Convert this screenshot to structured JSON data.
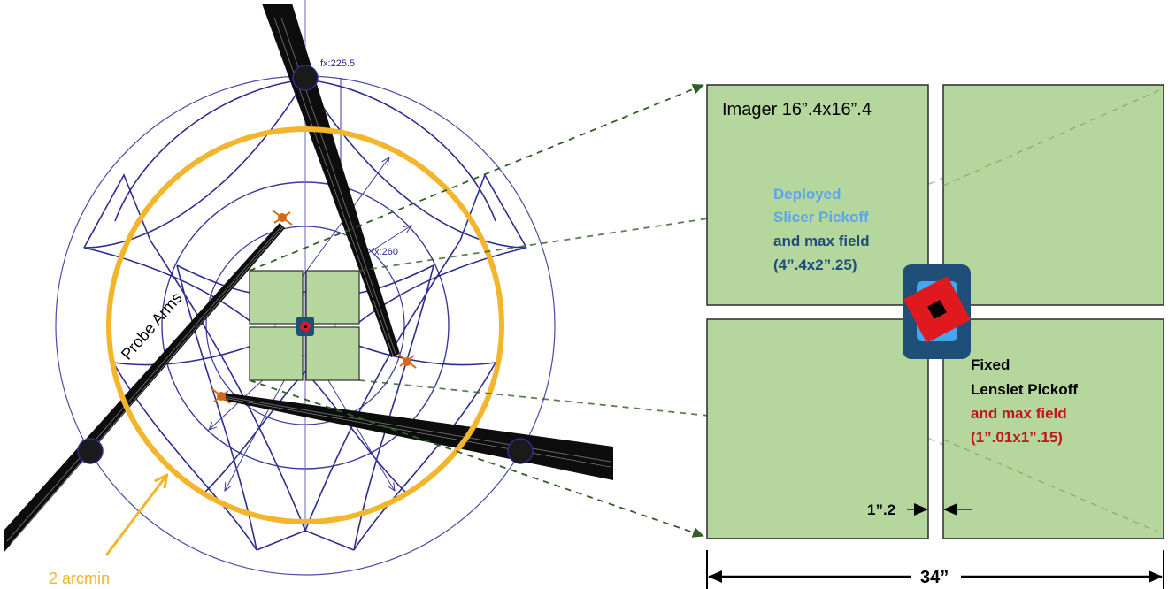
{
  "colors": {
    "detector_fill": "#b5d79d",
    "detector_stroke": "#2b2b2b",
    "cad_line": "#3a3a9c",
    "gold_ring": "#f3b52c",
    "arrow_green": "#2f5f24",
    "slicer_box": "#1f4e79",
    "slicer_light": "#41a8ee",
    "lenslet_red": "#e0191f",
    "deployed_text": "#5aa8e6",
    "max_field_text": "#1f4e79",
    "lenslet_max_text": "#c0151b",
    "probe_arm": "#111111",
    "probe_tip": "#d46a19"
  },
  "left_panel": {
    "dim_labels": [
      "fx:225.5",
      "fx:260"
    ],
    "probe_arms_label": "Probe Arms",
    "ring_label": "2 arcmin"
  },
  "right_panel": {
    "imager_label": "Imager 16”.4x16”.4",
    "slicer": {
      "line1": "Deployed",
      "line2": "Slicer Pickoff",
      "line3": "and max field",
      "line4": "(4”.4x2”.25)"
    },
    "lenslet": {
      "line1": "Fixed",
      "line2": "Lenslet Pickoff",
      "line3": "and max field",
      "line4": "(1”.01x1”.15)"
    },
    "gap_label": "1”.2",
    "width_label": "34”"
  }
}
